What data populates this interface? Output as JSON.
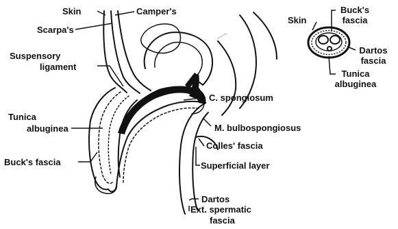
{
  "labels": {
    "skin_main": "Skin",
    "campers": "Camper's",
    "scarpas": "Scarpa's",
    "suspensory_line1": "Suspensory",
    "suspensory_line2": "ligament",
    "tunica_main_line1": "Tunica",
    "tunica_main_line2": "albuginea",
    "bucks_main": "Buck's fascia",
    "c_spongiosum": "C. spongiosum",
    "m_bulbospongiosus": "M. bulbospongiosus",
    "colles_fascia": "Colles' fascia",
    "superficial_layer": "Superficial layer",
    "dartos_main": "Dartos",
    "ext_spermatic_line1": "Ext. spermatic",
    "ext_spermatic_line2": "fascia",
    "inset_skin": "Skin",
    "inset_bucks_line1": "Buck's",
    "inset_bucks_line2": "fascia",
    "inset_dartos_line1": "Dartos",
    "inset_dartos_line2": "fascia",
    "inset_tunica_line1": "Tunica",
    "inset_tunica_line2": "albuginea"
  }
}
